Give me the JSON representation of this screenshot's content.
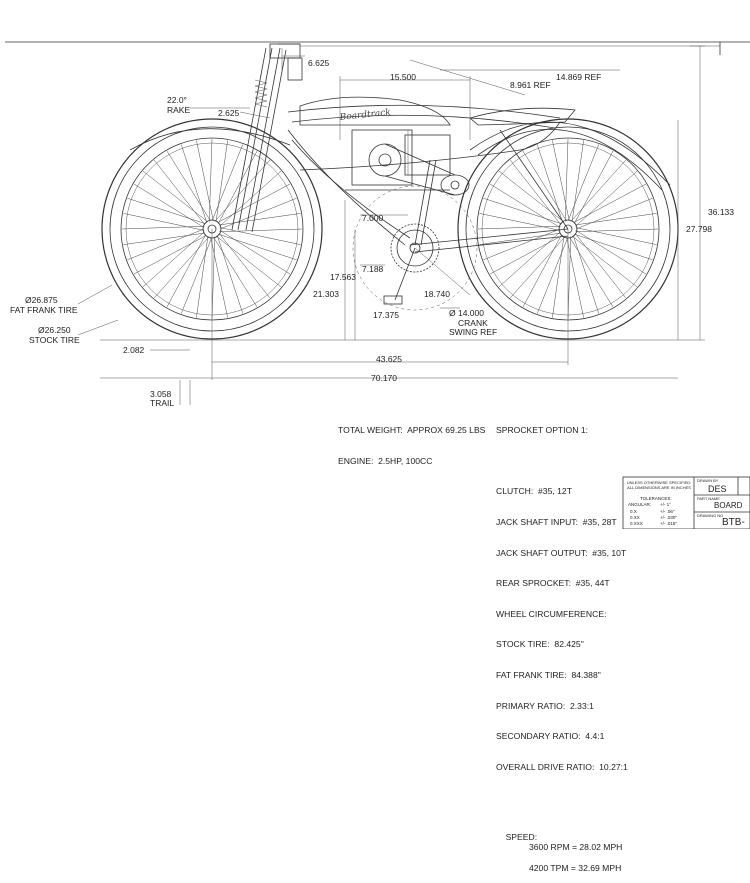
{
  "dimensions": {
    "top_offset": "6.625",
    "top_15500": "15.500",
    "ref_8961": "8.961 REF",
    "ref_14869": "14.869 REF",
    "rake_angle": "22.0°",
    "rake_label": "RAKE",
    "fork_2625": "2.625",
    "height_36133": "36.133",
    "height_27798": "27.798",
    "d_7000": "7.000",
    "d_7188": "7.188",
    "d_17563": "17.563",
    "d_21303": "21.303",
    "d_18740": "18.740",
    "d_17375": "17.375",
    "crank_dia": "Ø 14.000",
    "crank_label1": "CRANK",
    "crank_label2": "SWING REF",
    "tire1_dia": "Ø26.875",
    "tire1_label": "FAT FRANK TIRE",
    "tire2_dia": "Ø26.250",
    "tire2_label": "STOCK TIRE",
    "d_2082": "2.082",
    "d_43625": "43.625",
    "d_70170": "70.170",
    "trail_value": "3.058",
    "trail_label": "TRAIL"
  },
  "notes_left": {
    "weight": "TOTAL WEIGHT:  APPROX 69.25 LBS",
    "engine": "ENGINE:  2.5HP, 100CC"
  },
  "notes_right": {
    "title": "SPROCKET OPTION 1:",
    "lines": [
      "CLUTCH:  #35, 12T",
      "JACK SHAFT INPUT:  #35, 28T",
      "JACK SHAFT OUTPUT:  #35, 10T",
      "REAR SPROCKET:  #35, 44T",
      "WHEEL CIRCUMFERENCE:",
      "STOCK TIRE:  82.425\"",
      "FAT FRANK TIRE:  84.388\"",
      "PRIMARY RATIO:  2.33:1",
      "SECONDARY RATIO:  4.4:1",
      "OVERALL DRIVE RATIO:  10.27:1"
    ],
    "speed_label": "SPEED:",
    "speed1": "3600 RPM = 28.02 MPH",
    "speed2": "4200 TPM = 32.69 MPH"
  },
  "title_block": {
    "notice1": "UNLESS OTHERWISE SPECIFIED:",
    "notice2": "ALL DIMENSIONS ARE IN INCHES",
    "tolerances": "TOLERANCES:",
    "angular": "ANGULAR:",
    "angular_val": "+/- 1°",
    "tol1_k": "0.X",
    "tol1_v": "+/- .06\"",
    "tol2_k": "0.XX",
    "tol2_v": "+/- .030\"",
    "tol3_k": "0.XXX",
    "tol3_v": "+/- .015\"",
    "drawn_by_label": "DRAWN BY",
    "drawn_by": "DES",
    "part_name_label": "PART NAME",
    "part_name": "BOARD",
    "drawing_no_label": "DRAWING NO",
    "drawing_no": "BTB-"
  },
  "logo_text": "Boardtrack"
}
